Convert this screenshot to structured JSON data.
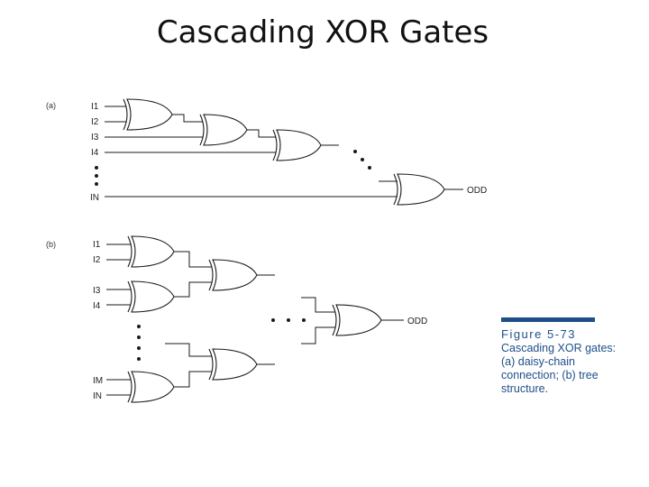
{
  "title": "Cascading XOR Gates",
  "panel_a": {
    "label": "(a)",
    "inputs": [
      "I1",
      "I2",
      "I3",
      "I4",
      "IN"
    ],
    "output": "ODD"
  },
  "panel_b": {
    "label": "(b)",
    "inputs": [
      "I1",
      "I2",
      "I3",
      "I4",
      "IM",
      "IN"
    ],
    "output": "ODD"
  },
  "figure": {
    "number": "Figure 5-73",
    "caption": "Cascading XOR gates: (a) daisy-chain connection; (b) tree structure."
  },
  "colors": {
    "caption": "#1f4f8a",
    "ink": "#1a1a1a"
  }
}
